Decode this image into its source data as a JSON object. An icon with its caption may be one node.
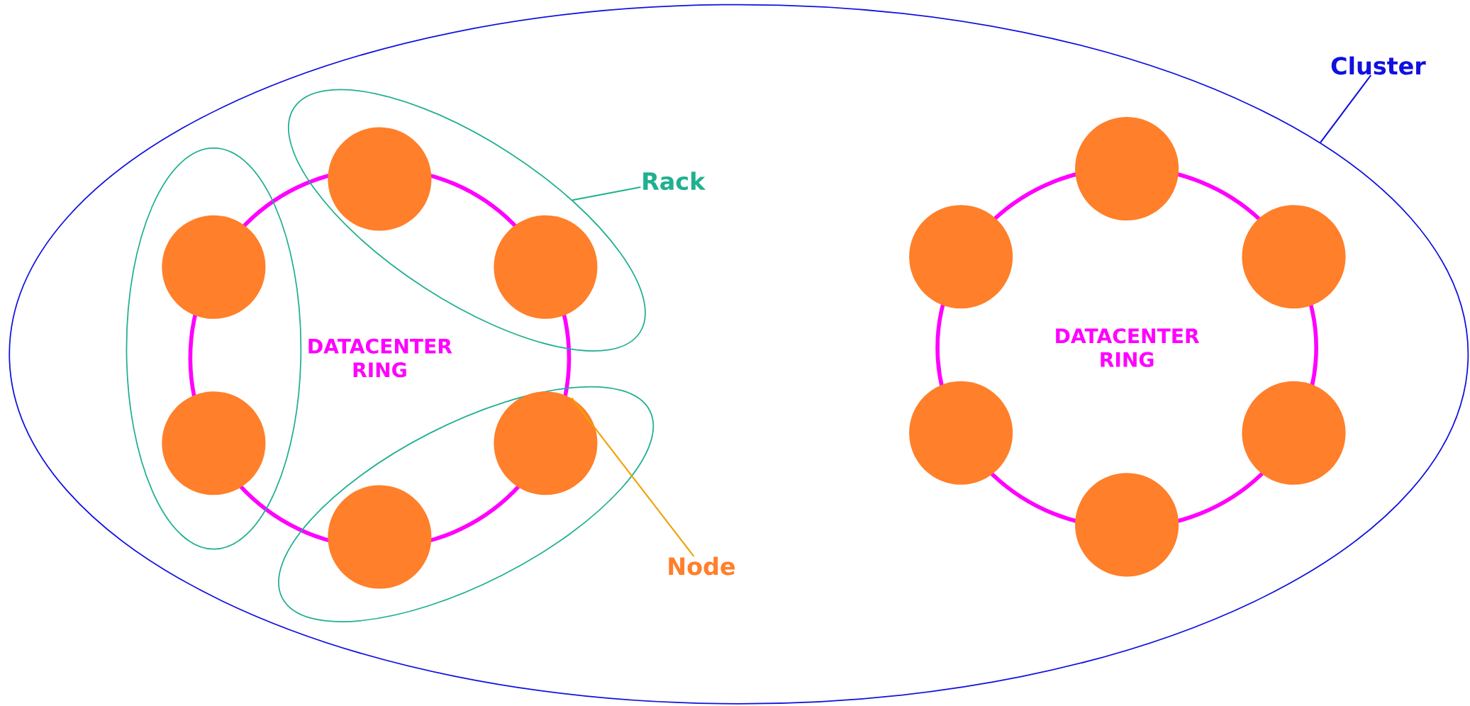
{
  "diagram": {
    "nodes": [
      {
        "text": [],
        "shape": "ellipse"
      },
      {
        "text": [
          "DATACENTER RING"
        ],
        "in": 0
      },
      {
        "text": [],
        "shape": "ellipse",
        "in": 0
      },
      {
        "text": [],
        "shape": "ellipse",
        "in": 0
      },
      {
        "text": [],
        "shape": "ellipse",
        "in": 0
      },
      {
        "text": [],
        "shape": "circle",
        "in": 2
      },
      {
        "text": [],
        "shape": "circle",
        "in": 2
      },
      {
        "text": [],
        "shape": "circle",
        "in": 3
      },
      {
        "text": [],
        "shape": "circle",
        "in": 3
      },
      {
        "text": [],
        "shape": "circle",
        "in": 4
      },
      {
        "text": [],
        "shape": "circle",
        "in": 4
      },
      {
        "text": [
          "DATACENTER RING"
        ],
        "in": 0
      },
      {
        "text": [],
        "shape": "circle",
        "in": 0
      },
      {
        "text": [],
        "shape": "circle",
        "in": 0
      },
      {
        "text": [],
        "shape": "circle",
        "in": 0
      },
      {
        "text": [],
        "shape": "circle",
        "in": 0
      },
      {
        "text": [],
        "shape": "circle",
        "in": 0
      },
      {
        "text": [],
        "shape": "circle",
        "in": 0
      },
      {
        "text": [
          "Cluster"
        ]
      },
      {
        "text": [
          "Rack"
        ],
        "in": 0
      },
      {
        "text": [
          "Node"
        ],
        "in": 0
      }
    ],
    "edges": [
      {
        "from": 18,
        "to": 0,
        "arrow": "none",
        "color": "#1010e0"
      },
      {
        "from": 19,
        "to": 3,
        "arrow": "none",
        "color": "#20b090"
      },
      {
        "from": 20,
        "to": 9,
        "arrow": "none",
        "color": "#f0a000"
      }
    ]
  }
}
